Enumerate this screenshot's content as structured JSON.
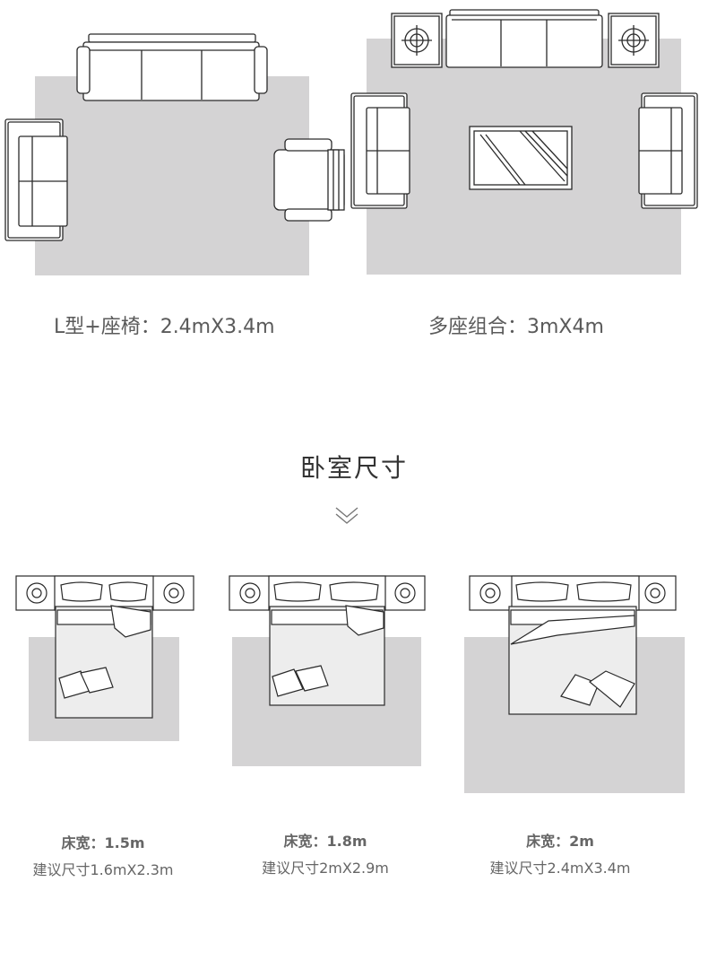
{
  "living": {
    "layout_l": {
      "label": "L型+座椅：2.4mX3.4m"
    },
    "layout_multi": {
      "label": "多座组合：3mX4m"
    }
  },
  "bedroom": {
    "heading": "卧室尺寸",
    "items": [
      {
        "width_label": "床宽：1.5m",
        "size_label": "建议尺寸1.6mX2.3m"
      },
      {
        "width_label": "床宽：1.8m",
        "size_label": "建议尺寸2mX2.9m"
      },
      {
        "width_label": "床宽：2m",
        "size_label": "建议尺寸2.4mX3.4m"
      }
    ]
  },
  "colors": {
    "rug": "#d4d3d4",
    "line": "#2a2a2a",
    "text": "#5a5a5a"
  },
  "icons": [
    "sofa-icon",
    "armchair-icon",
    "lamp-table-icon",
    "coffee-table-icon",
    "bed-icon",
    "pillow-icon",
    "chevron-down-icon"
  ]
}
